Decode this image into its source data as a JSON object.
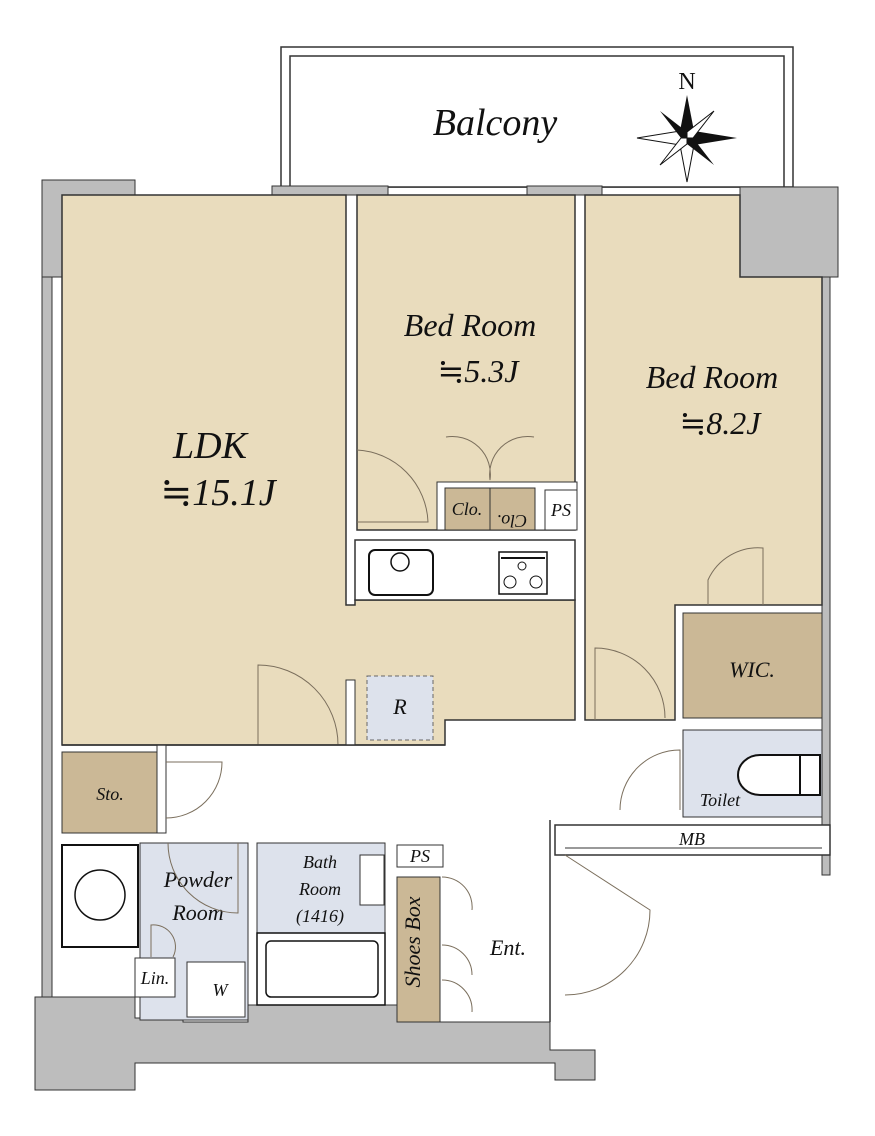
{
  "colors": {
    "room": "#e9dcbd",
    "storage": "#cbb896",
    "wet": "#dde2ec",
    "structure": "#bdbdbd",
    "line": "#333333"
  },
  "balcony": {
    "label": "Balcony"
  },
  "compass": {
    "label": "N"
  },
  "rooms": {
    "ldk": {
      "name": "LDK",
      "size": "≒15.1J"
    },
    "bedroom1": {
      "name": "Bed Room",
      "size": "≒5.3J"
    },
    "bedroom2": {
      "name": "Bed Room",
      "size": "≒8.2J"
    },
    "clo1": "Clo.",
    "clo2": "Clo.",
    "ps1": "PS",
    "ps2": "PS",
    "fridge": "R",
    "wic": "WIC.",
    "toilet": "Toilet",
    "mb": "MB",
    "storage": "Sto.",
    "powder": {
      "line1": "Powder",
      "line2": "Room"
    },
    "bath": {
      "line1": "Bath",
      "line2": "Room",
      "line3": "(1416)"
    },
    "linen": "Lin.",
    "washer": "W",
    "shoes": "Shoes Box",
    "entrance": "Ent."
  }
}
